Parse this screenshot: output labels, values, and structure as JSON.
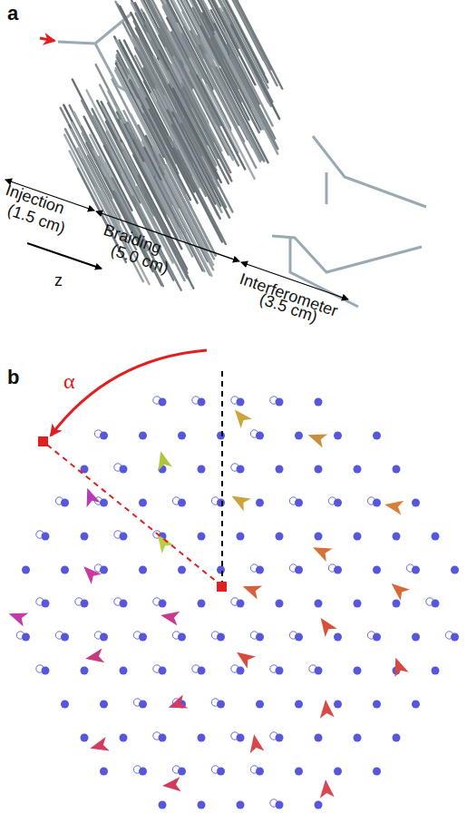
{
  "diagram": {
    "labels": [
      "a",
      "Injection",
      "(1.5 cm)",
      "Braiding",
      "(5.0 cm)",
      "Interferometer",
      "(3.5 cm)",
      "z",
      "b",
      "α"
    ]
  }
}
